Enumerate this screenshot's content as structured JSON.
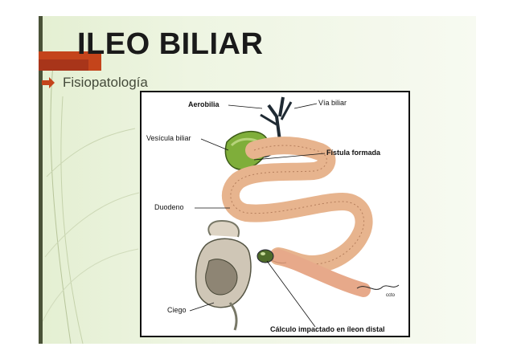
{
  "slide": {
    "title": "ILEO BILIAR",
    "bullet": "Fisiopatología"
  },
  "figure": {
    "labels": {
      "aerobilia": "Aerobilia",
      "via_biliar": "Vía biliar",
      "vesicula_biliar": "Vesícula biliar",
      "fistula": "Fístula formada",
      "duodeno": "Duodeno",
      "ciego": "Ciego",
      "calculo": "Cálculo impactado en íleon distal"
    },
    "signature": "ccto"
  },
  "colors": {
    "accent_red": "#c4441b",
    "background_green": "#e4efd2",
    "bowel": "#e7b48e",
    "gallbladder": "#7fae3a"
  }
}
